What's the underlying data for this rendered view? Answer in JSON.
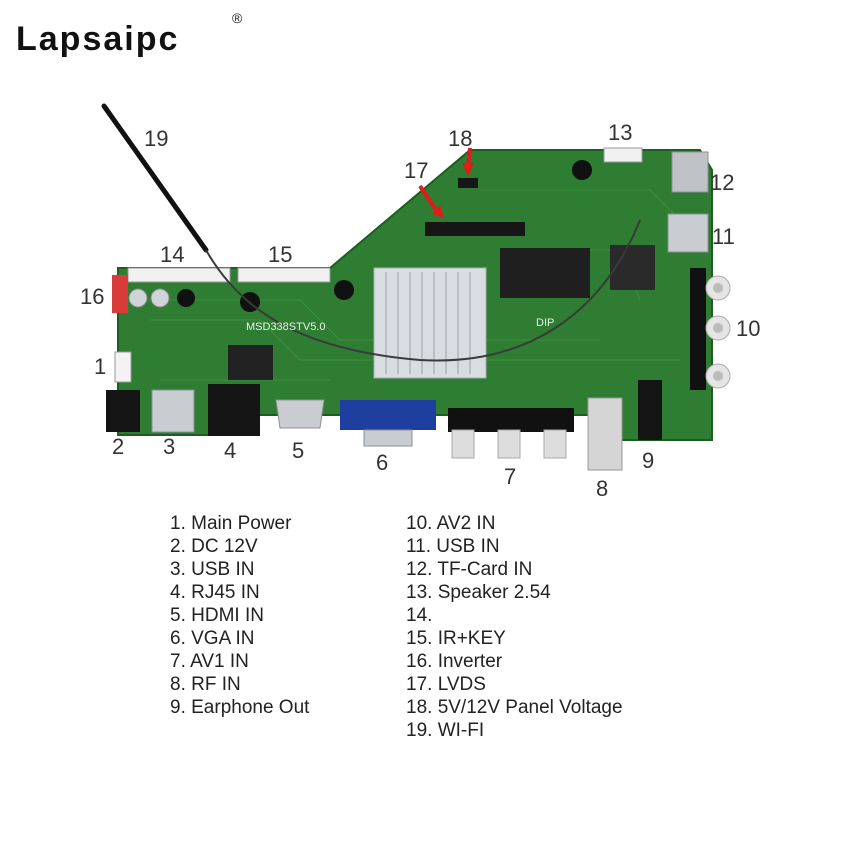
{
  "brand": {
    "name": "Lapsaipc",
    "registered_mark": "®"
  },
  "board": {
    "silkscreen_model": "MSD338STV5.0",
    "dip_label": "DIP"
  },
  "callouts": [
    "1",
    "2",
    "3",
    "4",
    "5",
    "6",
    "7",
    "8",
    "9",
    "10",
    "11",
    "12",
    "13",
    "14",
    "15",
    "16",
    "17",
    "18",
    "19"
  ],
  "legend_left": [
    "1. Main Power",
    "2. DC 12V",
    "3. USB IN",
    "4. RJ45 IN",
    "5. HDMI IN",
    "6. VGA IN",
    "7. AV1 IN",
    "8. RF IN",
    "9. Earphone Out"
  ],
  "legend_right": [
    "10. AV2 IN",
    "11. USB IN",
    "12. TF-Card IN",
    "13. Speaker 2.54",
    "14.",
    "15. IR+KEY",
    "16. Inverter",
    "17. LVDS",
    "18. 5V/12V Panel Voltage",
    "19. WI-FI"
  ],
  "colors": {
    "pcb": "#2e7d32",
    "pcb_dark": "#1b5e20",
    "vga_blue": "#1e3fa0",
    "arrow_red": "#e01b1b"
  }
}
